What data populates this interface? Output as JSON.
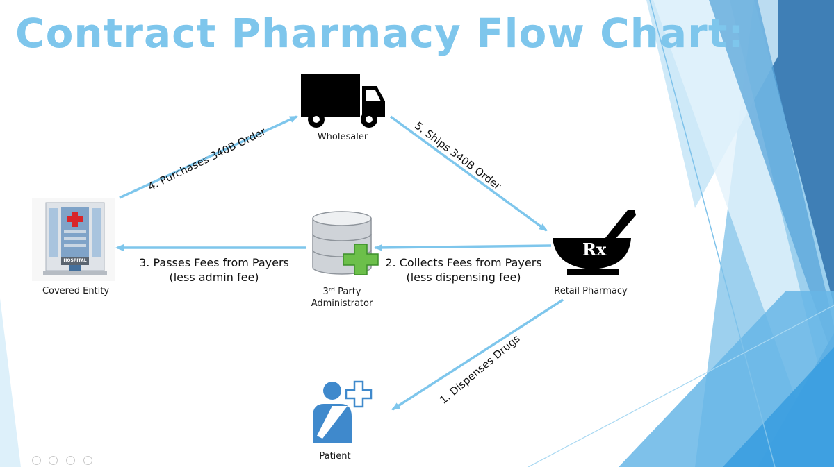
{
  "slide": {
    "title": "Contract Pharmacy Flow Chart:",
    "accent_color": "#7ec6ec",
    "arrow_color": "#7ec6ec"
  },
  "nodes": {
    "wholesaler": {
      "label": "Wholesaler",
      "icon": "truck-icon"
    },
    "covered_entity": {
      "label": "Covered Entity",
      "icon": "hospital-icon",
      "sign": "HOSPITAL"
    },
    "administrator": {
      "label_line1_prefix": "3",
      "label_line1_sup": "rd",
      "label_line1_suffix": " Party",
      "label_line2": "Administrator",
      "icon": "database-plus-icon"
    },
    "retail_pharmacy": {
      "label": "Retail Pharmacy",
      "icon": "mortar-pestle-icon",
      "rx": "Rx"
    },
    "patient": {
      "label": "Patient",
      "icon": "patient-icon"
    }
  },
  "flows": {
    "purchases": "4. Purchases 340B Order",
    "ships": "5. Ships 340B Order",
    "passes_line1": "3. Passes Fees from Payers",
    "passes_line2": "(less admin fee)",
    "collects_line1": "2. Collects Fees from Payers",
    "collects_line2": "(less dispensing fee)",
    "dispenses": "1. Dispenses Drugs"
  }
}
